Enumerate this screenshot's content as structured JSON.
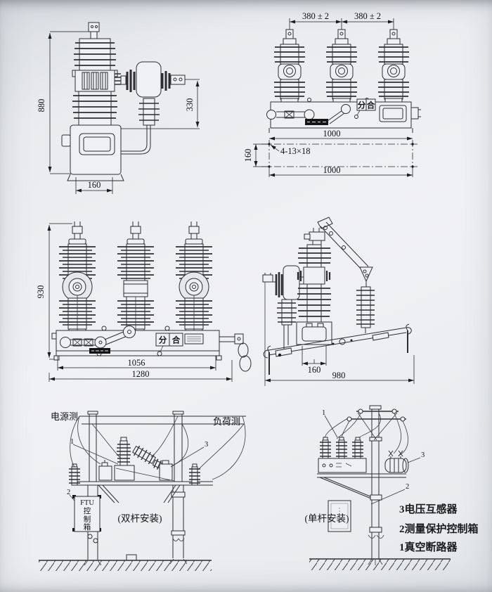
{
  "colors": {
    "background": "#eaecef",
    "line": "#2e2e31",
    "nameplate": "#151517",
    "dimension_text": "#101012"
  },
  "views": {
    "side_top": {
      "name": "pole-mounted breaker side view",
      "dims": {
        "height": "880",
        "side": "330",
        "base": "160"
      }
    },
    "front_top": {
      "name": "breaker front view with mounting plan",
      "dims": {
        "phase_left": "380 ± 2",
        "phase_right": "380 ± 2",
        "width": "1000",
        "mount_height": "160",
        "mount_width": "1000"
      },
      "note_holes": "4-13×18",
      "switch": {
        "open": "分",
        "close": "合"
      }
    },
    "front_mid": {
      "name": "large breaker front view",
      "dims": {
        "height": "930",
        "inner_width": "1056",
        "outer_width": "1280"
      },
      "switch": {
        "open": "分",
        "close": "合"
      }
    },
    "side_mid": {
      "name": "large breaker side view with bracket",
      "dims": {
        "base": "160",
        "width": "980"
      }
    },
    "install_double": {
      "caption": "(双杆安装)",
      "label_source": "电源测",
      "label_load": "负荷测",
      "ftu_box": {
        "line1": "FTU",
        "line2": "控",
        "line3": "制",
        "line4": "箱"
      },
      "callout_1": "1",
      "callout_2": "2",
      "callout_3": "3"
    },
    "install_single": {
      "caption": "(单杆安装)",
      "legend": [
        "3电压互感器",
        "2测量保护控制箱",
        "1真空断路器"
      ],
      "callout_1": "1",
      "callout_2": "2",
      "callout_3": "3"
    }
  }
}
